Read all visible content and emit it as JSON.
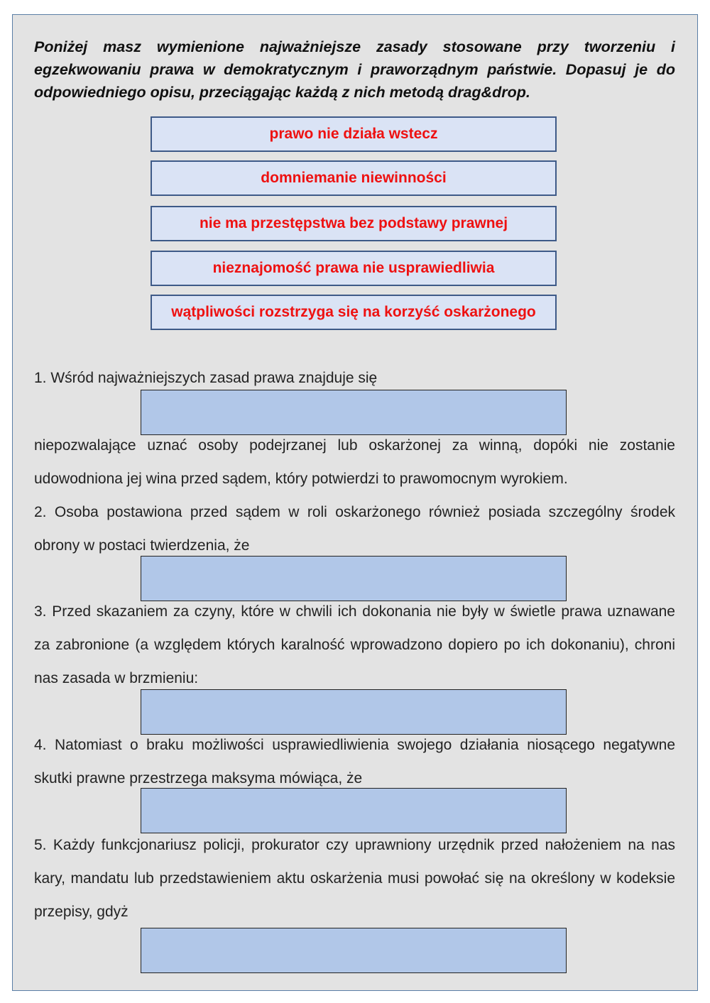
{
  "instructions": "Poniżej masz wymienione najważniejsze zasady stosowane przy tworzeniu i egzekwowaniu prawa w demokratycznym i praworządnym państwie. Dopasuj je do odpowiedniego opisu, przeciągając każdą z nich metodą drag&drop.",
  "tiles": [
    {
      "label": "prawo nie działa wstecz"
    },
    {
      "label": "domniemanie niewinności"
    },
    {
      "label": "nie ma przestępstwa bez podstawy prawnej"
    },
    {
      "label": "nieznajomość prawa nie usprawiedliwia"
    },
    {
      "label": "wątpliwości rozstrzyga się na korzyść oskarżonego"
    }
  ],
  "questions": {
    "q1_before": "1. Wśród najważniejszych zasad prawa znajduje się",
    "q1_after": "niepozwalające uznać osoby podejrzanej lub oskarżonej za winną, dopóki nie zostanie udowodniona jej wina przed sądem, który potwierdzi to prawomocnym wyrokiem.",
    "q2": "2. Osoba postawiona przed sądem w roli oskarżonego również posiada szczególny środek obrony w postaci twierdzenia, że",
    "q3": "3. Przed skazaniem za czyny, które w chwili ich dokonania nie były w świetle prawa uznawane za zabronione (a względem których karalność wprowadzono dopiero po ich dokonaniu), chroni nas zasada w brzmieniu:",
    "q4": "4. Natomiast o braku możliwości usprawiedliwienia swojego działania niosącego negatywne skutki prawne przestrzega maksyma mówiąca, że",
    "q5": "5. Każdy funkcjonariusz policji, prokurator czy uprawniony urzędnik przed nałożeniem na nas kary, mandatu lub przedstawieniem aktu oskarżenia musi powołać się na określony w kodeksie przepisy, gdyż"
  },
  "colors": {
    "panel_background": "#e3e3e3",
    "tile_background": "#dae3f5",
    "tile_border": "#3e5a88",
    "tile_text": "#ee1111",
    "drop_zone": "#b1c7e8"
  }
}
